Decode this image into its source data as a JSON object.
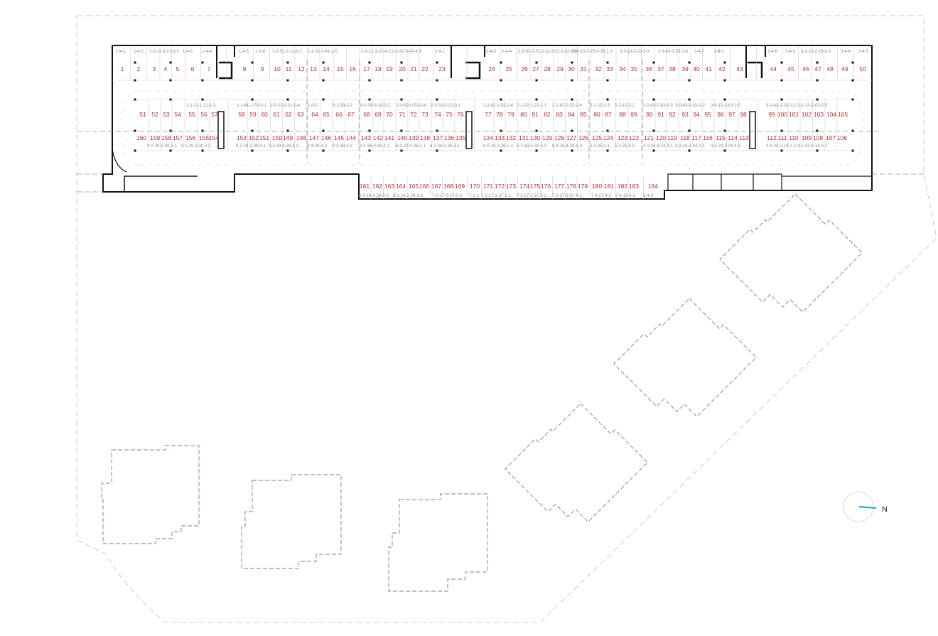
{
  "plan": {
    "compass_label": "N",
    "colors": {
      "space_number": "#b03030",
      "storage_label": "#8a8a8a",
      "walls": "#111111",
      "dashed_outlines": "#7a7aa8",
      "north_arrow": "#2aa8d8"
    },
    "rows": {
      "top": [
        "1",
        "2",
        "3",
        "4",
        "5",
        "6",
        "7",
        "8",
        "9",
        "10",
        "11",
        "12",
        "13",
        "14",
        "15",
        "16",
        "17",
        "18",
        "19",
        "20",
        "21",
        "22",
        "23",
        "24",
        "25",
        "26",
        "27",
        "28",
        "29",
        "30",
        "31",
        "32",
        "33",
        "34",
        "35",
        "36",
        "37",
        "38",
        "39",
        "40",
        "41",
        "42",
        "43",
        "44",
        "45",
        "46",
        "47",
        "48",
        "49",
        "50"
      ],
      "middle_upper": [
        "51",
        "52",
        "53",
        "54",
        "55",
        "56",
        "57",
        "58",
        "59",
        "60",
        "61",
        "62",
        "63",
        "64",
        "65",
        "66",
        "67",
        "68",
        "69",
        "70",
        "71",
        "72",
        "73",
        "74",
        "75",
        "76",
        "77",
        "78",
        "79",
        "80",
        "81",
        "82",
        "83",
        "84",
        "85",
        "86",
        "87",
        "88",
        "89",
        "90",
        "91",
        "92",
        "93",
        "94",
        "95",
        "96",
        "97",
        "98",
        "99",
        "100",
        "101",
        "102",
        "103",
        "104",
        "105"
      ],
      "middle_lower": [
        "160",
        "159",
        "158",
        "157",
        "156",
        "155",
        "154",
        "153",
        "152",
        "151",
        "150",
        "149",
        "148",
        "147",
        "146",
        "145",
        "144",
        "143",
        "142",
        "141",
        "140",
        "139",
        "138",
        "137",
        "136",
        "135",
        "134",
        "133",
        "132",
        "131",
        "130",
        "129",
        "128",
        "127",
        "126",
        "125",
        "124",
        "123",
        "122",
        "121",
        "120",
        "119",
        "118",
        "117",
        "116",
        "115",
        "114",
        "113",
        "112",
        "111",
        "110",
        "109",
        "108",
        "107",
        "106"
      ],
      "annex": [
        "161",
        "162",
        "163",
        "164",
        "165",
        "166",
        "167",
        "168",
        "169",
        "170",
        "171",
        "172",
        "173",
        "174",
        "175",
        "176",
        "177",
        "178",
        "179",
        "180",
        "181",
        "182",
        "183",
        "184"
      ]
    },
    "storage_labels": {
      "top": [
        "1-4-1",
        "1-4-2",
        "1-3-11-3-21-3-3",
        "1-4-3",
        "1-4-4",
        "1-4-5",
        "1-3-4",
        "1-3-51-2-11-2-2",
        "1-2-31-2-41-2-5",
        "2-3-12-3-22-4-2",
        "2-3-32-3-42-4-3",
        "2-4-1",
        "2-4-5",
        "2-4-4",
        "2-3-62-3-52-2-1",
        "2-2-22-2-32-4-5",
        "5-0-15-0-25-0-35-1-1",
        "3-3-13-3-23-3-3",
        "3-3-43-3-53-3-6",
        "3-4-2",
        "3-4-1",
        "3-4-6",
        "3-4-3",
        "3-2-13-2-23-2-3",
        "3-4-4",
        "3-4-5"
      ],
      "middle_upper": [
        "1-1-11-1-21-1-3",
        "1-1-41-1-51-0-1",
        "1-0-21-0-31-0-4",
        "1-0-5",
        "8-2-18-2-2",
        "8-2-38-3-18-3-2",
        "2-0-62-0-52-0-4",
        "2-3-32-0-22-0-1",
        "2-1-62-1-52-1-4",
        "2-1-32-1-22-1-1",
        "2-2-62-2-52-2-4",
        "5-1-25-1-3",
        "5-2-15-2-2",
        "3-2-43-0-63-0-5",
        "3-0-43-0-33-0-2",
        "3-0-13-1-63-1-5",
        "3-1-43-1-33-1-2",
        "3-1-13-2-63-2-5"
      ],
      "middle_lower": [
        "9-0-29-0-39-1-1",
        "9-1-29-1-39-2-1",
        "8-2-29-2-39-3-1",
        "9-3-29-3-39-4-1",
        "9-4-29-4-3",
        "9-0-18-4-2",
        "8-4-38-3-38-4-1",
        "6-0-20-0-36-1-1",
        "6-1-26-1-36-2-1",
        "6-0-16-2-26-2-3",
        "6-3-16-3-26-3-3",
        "6-4-16-4-26-4-3",
        "5-2-35-3-1",
        "5-3-25-3-3",
        "4-0-34-4-14-3-1",
        "4-3-24-3-34-2-1",
        "4-2-24-2-34-4-3",
        "4-4-24-1-14-1-2",
        "4-1-34-0-14-0-2"
      ],
      "annex": [
        "8-3-18-0-28-0-3",
        "8-1-18-1-28-1-3",
        "7-0-17-0-27-0-3",
        "7-1-1",
        "7-1-27-1-37-2-1",
        "7-2-27-2-37-3-1",
        "7-3-27-3-37-4-1",
        "7-4-27-4-3",
        "5-4-15-4-2",
        "5-4-3"
      ]
    }
  }
}
